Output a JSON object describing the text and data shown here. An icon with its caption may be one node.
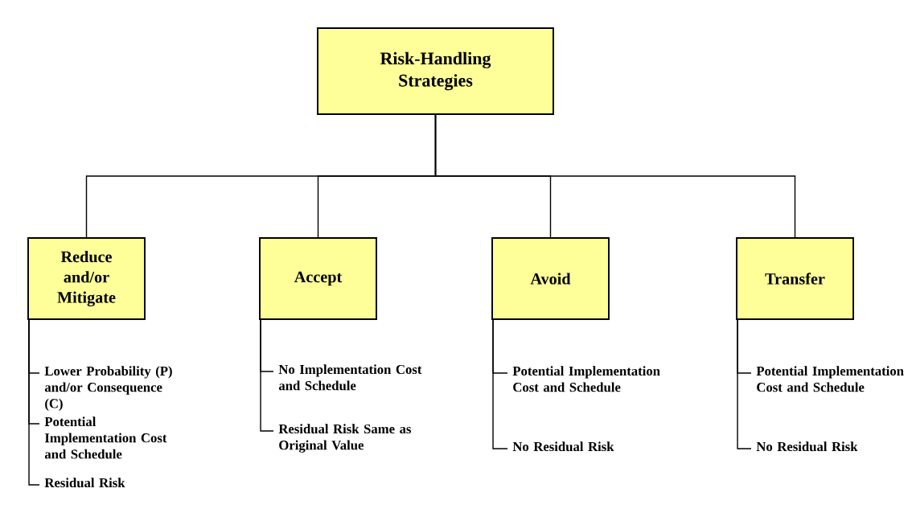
{
  "diagram": {
    "nodes": [
      {
        "text": [
          "Risk-Handling Strategies"
        ]
      },
      {
        "text": [
          "Reduce and/or Mitigate"
        ]
      },
      {
        "text": [
          "Accept"
        ]
      },
      {
        "text": [
          "Avoid"
        ]
      },
      {
        "text": [
          "Transfer"
        ]
      },
      {
        "text": [
          "Lower Probability (P) and/or Consequence (C)"
        ]
      },
      {
        "text": [
          "Potential Implementation Cost and Schedule"
        ]
      },
      {
        "text": [
          "Residual Risk"
        ]
      },
      {
        "text": [
          "No Implementation Cost and Schedule"
        ]
      },
      {
        "text": [
          "Residual Risk Same as Original Value"
        ]
      },
      {
        "text": [
          "Potential Implementation Cost and Schedule"
        ]
      },
      {
        "text": [
          "No Residual Risk"
        ]
      },
      {
        "text": [
          "Potential Implementation Cost and Schedule"
        ]
      },
      {
        "text": [
          "No Residual Risk"
        ]
      }
    ],
    "edges": [
      {
        "from": 0,
        "to": 1,
        "arrow": "none"
      },
      {
        "from": 0,
        "to": 2,
        "arrow": "none"
      },
      {
        "from": 0,
        "to": 3,
        "arrow": "none"
      },
      {
        "from": 0,
        "to": 4,
        "arrow": "none"
      },
      {
        "from": 1,
        "to": 5,
        "arrow": "none"
      },
      {
        "from": 1,
        "to": 6,
        "arrow": "none"
      },
      {
        "from": 1,
        "to": 7,
        "arrow": "none"
      },
      {
        "from": 2,
        "to": 8,
        "arrow": "none"
      },
      {
        "from": 2,
        "to": 9,
        "arrow": "none"
      },
      {
        "from": 3,
        "to": 10,
        "arrow": "none"
      },
      {
        "from": 3,
        "to": 11,
        "arrow": "none"
      },
      {
        "from": 4,
        "to": 12,
        "arrow": "none"
      },
      {
        "from": 4,
        "to": 13,
        "arrow": "none"
      }
    ]
  }
}
